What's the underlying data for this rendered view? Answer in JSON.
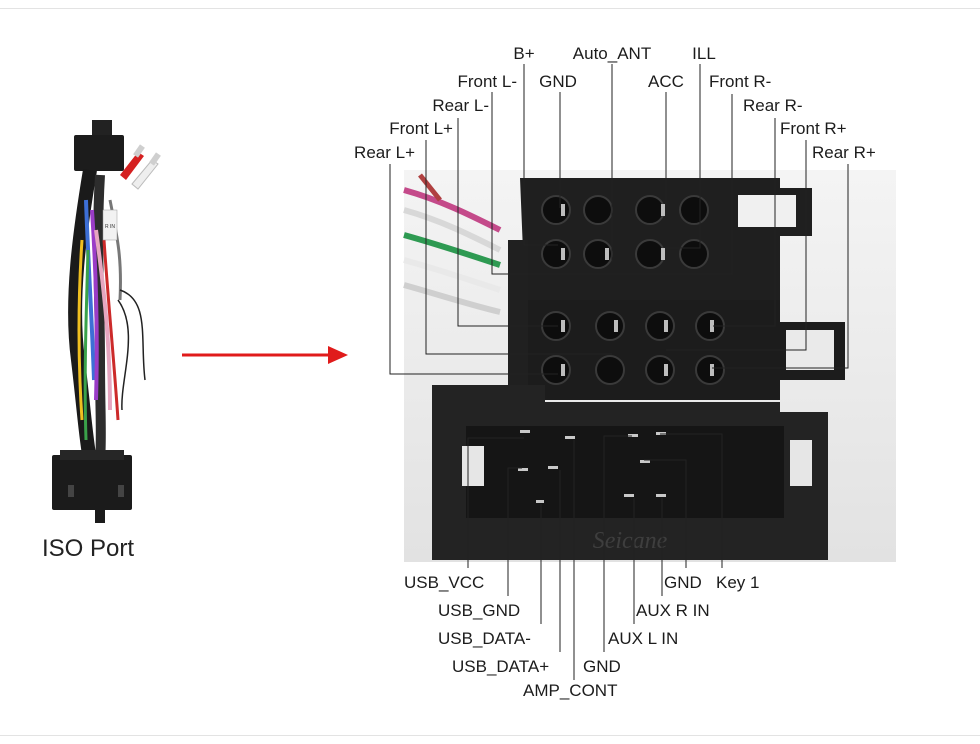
{
  "caption": "ISO Port",
  "watermark": "Seicane",
  "cable_label": "R IN",
  "colors": {
    "arrow": "#e01b1b",
    "leader": "#222222",
    "connector": "#1e1e1e",
    "background": "#ffffff"
  },
  "top_labels": {
    "b_plus": "B+",
    "auto_ant": "Auto_ANT",
    "ill": "ILL",
    "front_l_minus": "Front L-",
    "gnd": "GND",
    "acc": "ACC",
    "front_r_minus": "Front R-",
    "rear_l_minus": "Rear L-",
    "rear_r_minus": "Rear R-",
    "front_l_plus": "Front L+",
    "front_r_plus": "Front R+",
    "rear_l_plus": "Rear L+",
    "rear_r_plus": "Rear R+"
  },
  "bottom_labels": {
    "usb_vcc": "USB_VCC",
    "gnd_key": "GND",
    "key1": "Key 1",
    "usb_gnd": "USB_GND",
    "aux_r_in": "AUX R IN",
    "usb_data_minus": "USB_DATA-",
    "aux_l_in": "AUX L IN",
    "usb_data_plus": "USB_DATA+",
    "gnd": "GND",
    "amp_cont": "AMP_CONT"
  }
}
